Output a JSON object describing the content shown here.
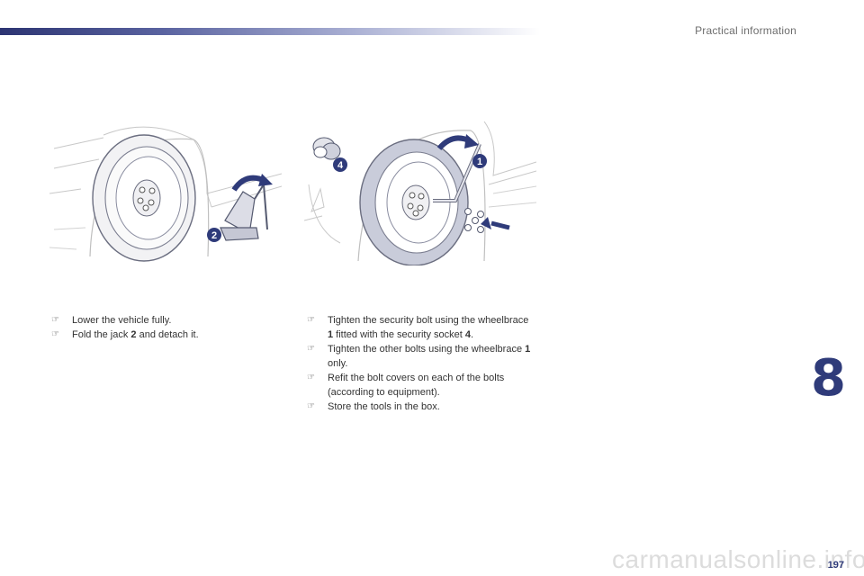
{
  "header": {
    "section_title": "Practical information"
  },
  "figures": [
    {
      "callouts": [
        "2"
      ]
    },
    {
      "callouts": [
        "4",
        "1"
      ]
    }
  ],
  "left_steps": {
    "bullet_icon": "arrow-bullet-icon",
    "items": [
      {
        "before": "Lower the vehicle fully.",
        "bold": "",
        "after": ""
      },
      {
        "before": "Fold the jack ",
        "bold": "2",
        "after": " and detach it."
      }
    ]
  },
  "right_steps": {
    "bullet_icon": "arrow-bullet-icon",
    "items": [
      {
        "before": "Tighten the security bolt using the wheelbrace ",
        "bold": "1",
        "after": " fitted with the security socket ",
        "bold2": "4",
        "after2": "."
      },
      {
        "before": "Tighten the other bolts using the wheelbrace ",
        "bold": "1",
        "after": " only."
      },
      {
        "before": "Refit the bolt covers on each of the bolts (according to equipment).",
        "bold": "",
        "after": ""
      },
      {
        "before": "Store the tools in the box.",
        "bold": "",
        "after": ""
      }
    ]
  },
  "chapter_number": "8",
  "page_number": "197",
  "watermark": "carmanualsonline.info",
  "colors": {
    "accent": "#2f3b7a",
    "tyre": "#c9ccda",
    "outline": "#6b6e80"
  }
}
